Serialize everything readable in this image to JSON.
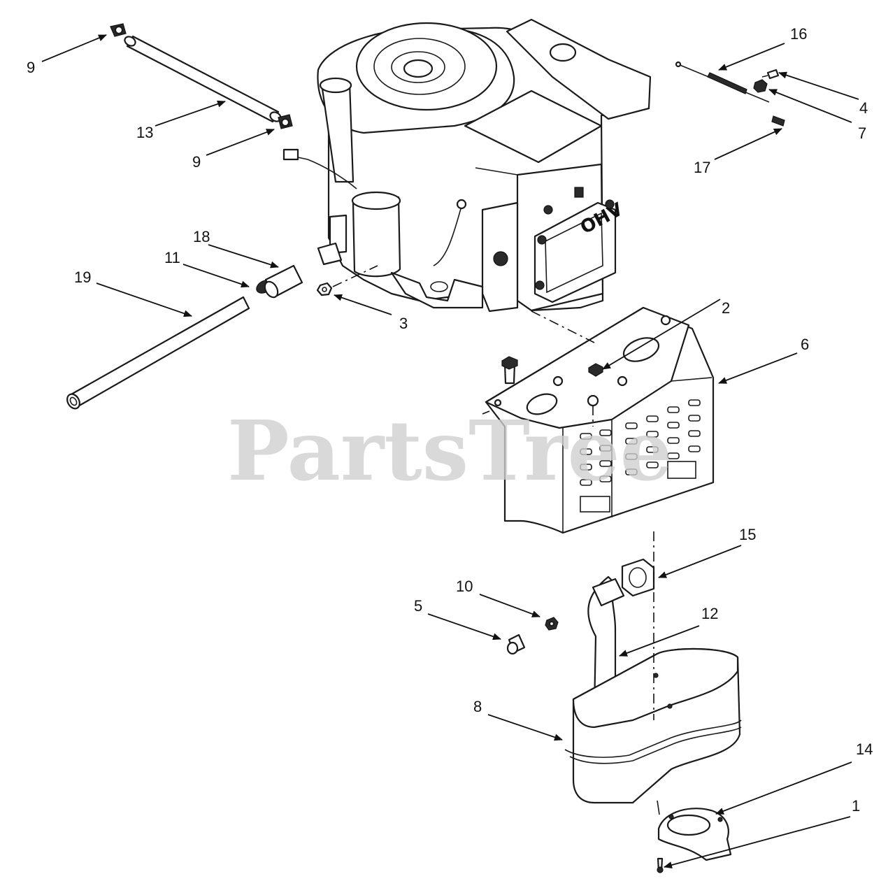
{
  "watermark": "PartsTree",
  "engine_badge": "OHV",
  "callouts": [
    "1",
    "2",
    "3",
    "4",
    "5",
    "6",
    "7",
    "8",
    "9",
    "9",
    "10",
    "11",
    "12",
    "13",
    "14",
    "15",
    "16",
    "17",
    "18",
    "19"
  ]
}
